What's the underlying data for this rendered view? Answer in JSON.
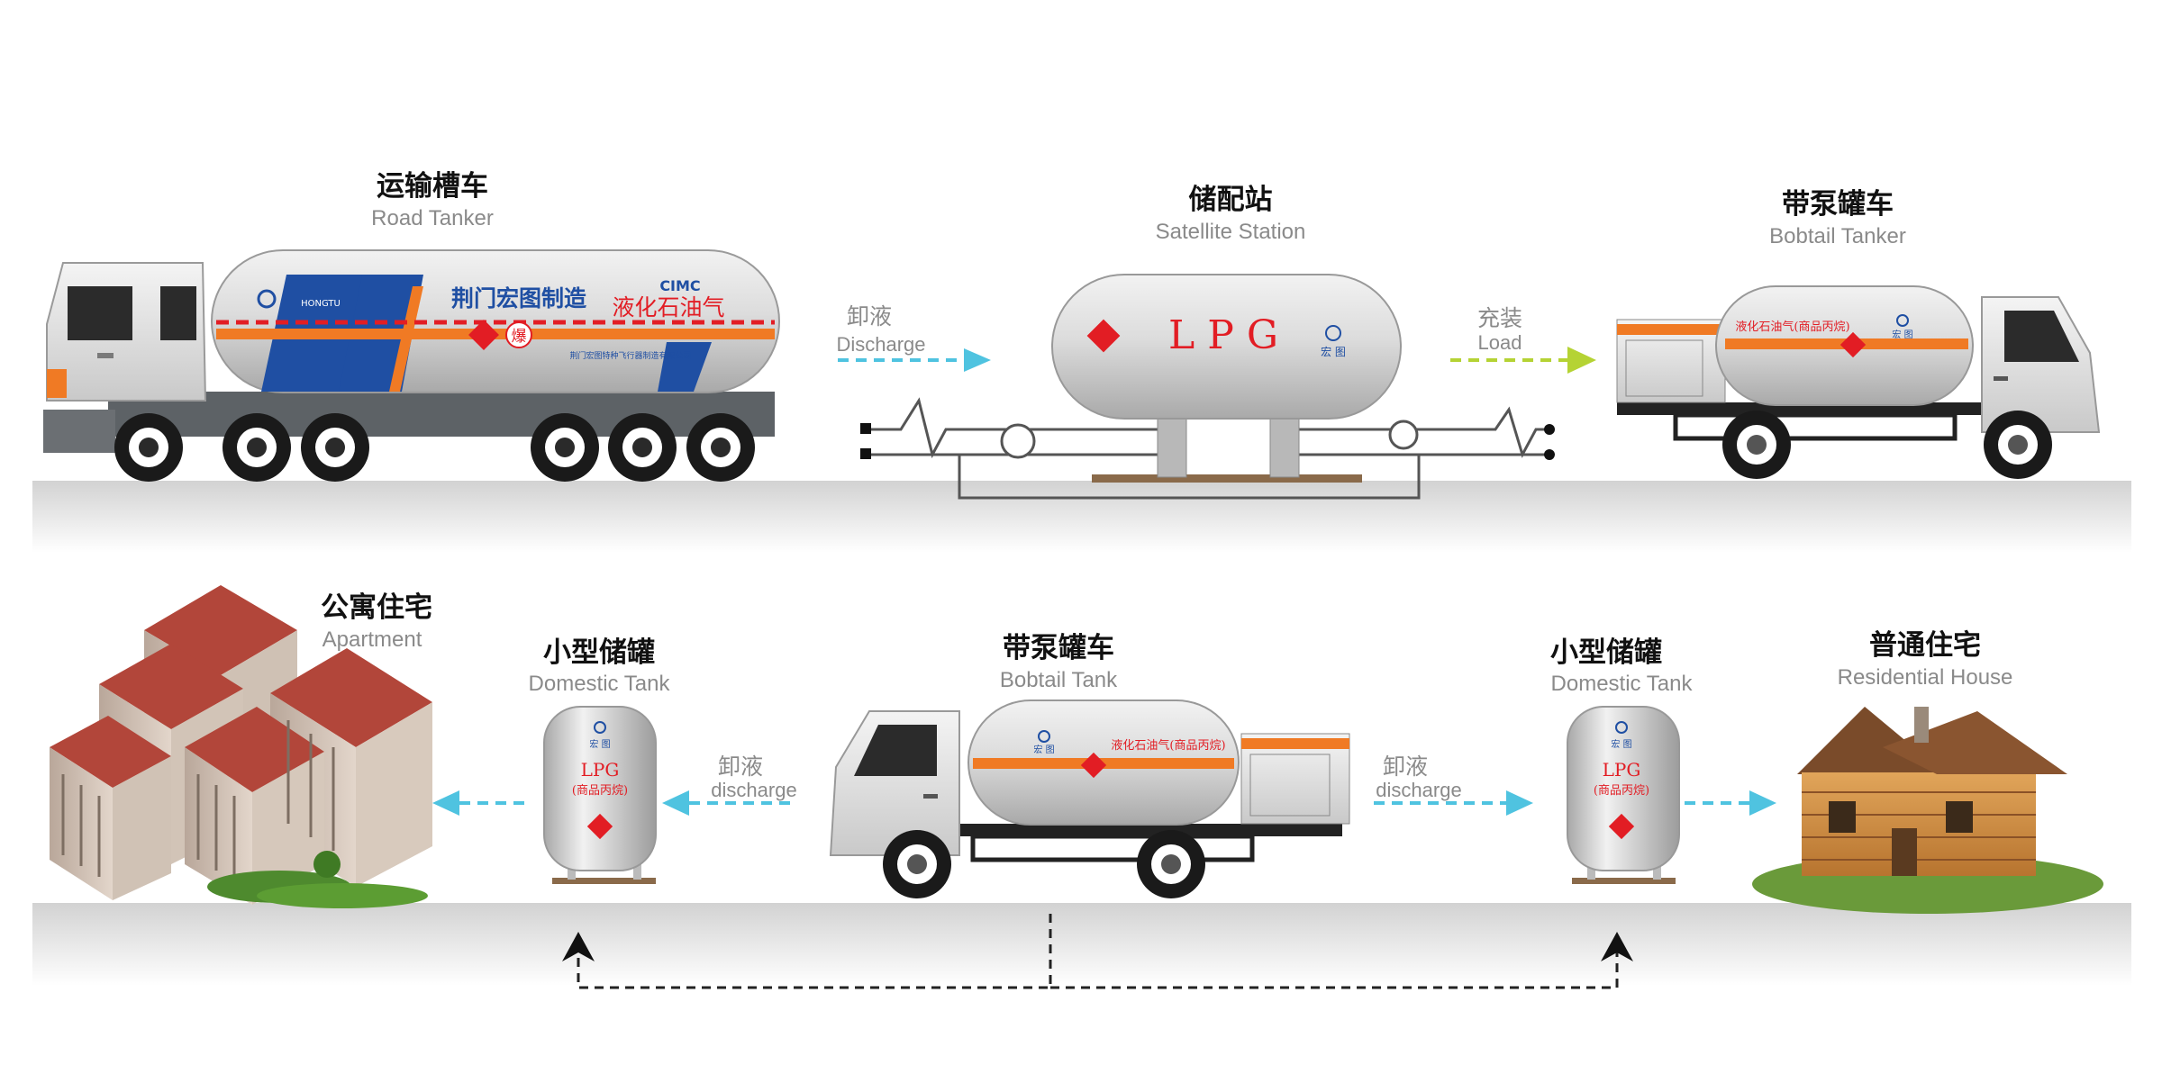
{
  "colors": {
    "arrow_discharge": "#4fc3e0",
    "arrow_load": "#b5d334",
    "accent_orange": "#f07a24",
    "hazard_red": "#e21d24",
    "tank_grey": "#d6d6d6",
    "ground_grey": "#dadada",
    "flow_line": "#222222"
  },
  "top_row": {
    "road_tanker": {
      "label_zh": "运输槽车",
      "label_en": "Road Tanker",
      "brand": "荆门宏图制造",
      "brand_logo": "HONGTU",
      "cimc": "CIMC",
      "cargo": "液化石油气",
      "hazard": "爆",
      "maker_line": "荆门宏图特种飞行器制造有限公司"
    },
    "satellite_station": {
      "label_zh": "储配站",
      "label_en": "Satellite Station",
      "tank_text": "L P G",
      "logo_text": "宏 图"
    },
    "bobtail_tanker": {
      "label_zh": "带泵罐车",
      "label_en": "Bobtail Tanker",
      "cargo": "液化石油气(商品丙烷)",
      "logo_text": "宏 图"
    },
    "arrow_discharge": {
      "zh": "卸液",
      "en": "Discharge"
    },
    "arrow_load": {
      "zh": "充装",
      "en": "Load"
    }
  },
  "bottom_row": {
    "apartment": {
      "label_zh": "公寓住宅",
      "label_en": "Apartment"
    },
    "domestic_tank_left": {
      "label_zh": "小型储罐",
      "label_en": "Domestic Tank",
      "logo_text": "宏 图",
      "tank_line1": "LPG",
      "tank_line2": "(商品丙烷)"
    },
    "bobtail_tank": {
      "label_zh": "带泵罐车",
      "label_en": "Bobtail Tank",
      "cargo": "液化石油气(商品丙烷)",
      "logo_text": "宏 图"
    },
    "domestic_tank_right": {
      "label_zh": "小型储罐",
      "label_en": "Domestic Tank",
      "logo_text": "宏 图",
      "tank_line1": "LPG",
      "tank_line2": "(商品丙烷)"
    },
    "residential_house": {
      "label_zh": "普通住宅",
      "label_en": "Residential House"
    },
    "arrow_left": {
      "zh": "卸液",
      "en": "discharge"
    },
    "arrow_right": {
      "zh": "卸液",
      "en": "discharge"
    }
  }
}
